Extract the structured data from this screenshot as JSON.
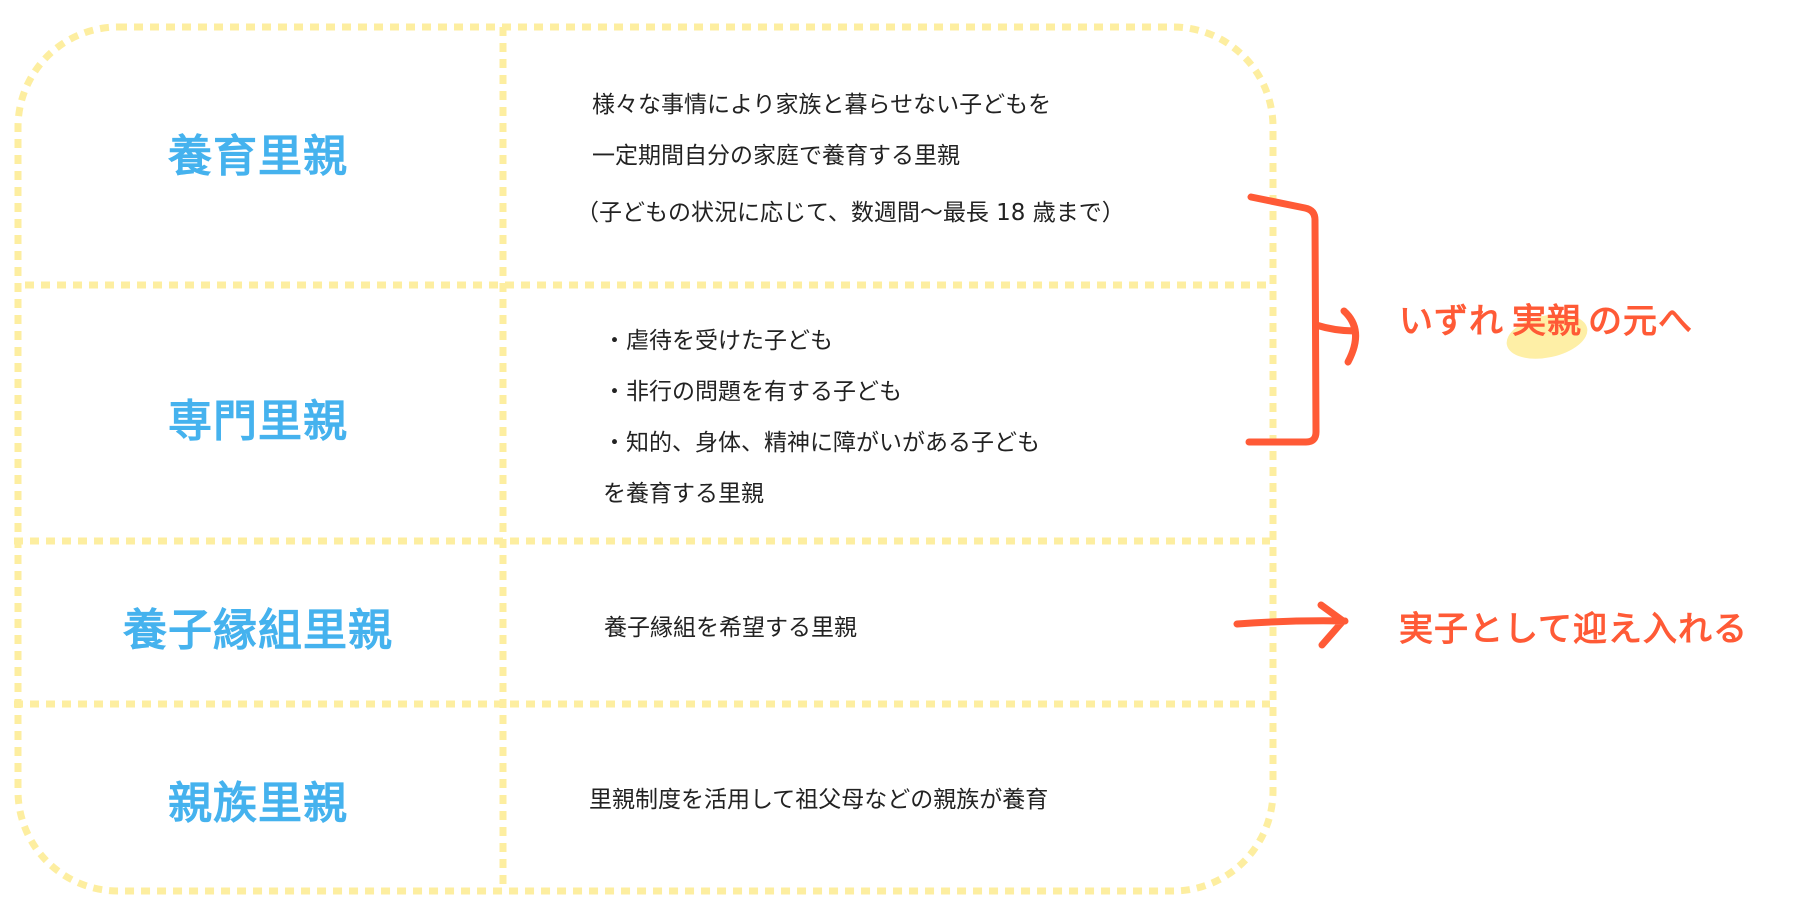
{
  "colors": {
    "border": "#FDEEA0",
    "label": "#45B2EE",
    "accent": "#FF5A36",
    "highlight": "#FEEFA6"
  },
  "rows": [
    {
      "label": "養育里親",
      "lines": [
        "様々な事情により家族と暮らせない子どもを",
        "一定期間自分の家庭で養育する里親",
        "（子どもの状況に応じて、数週間〜最長 18 歳まで）"
      ]
    },
    {
      "label": "専門里親",
      "lines": [
        "・虐待を受けた子ども",
        "・非行の問題を有する子ども",
        "・知的、身体、精神に障がいがある子ども",
        "を養育する里親"
      ]
    },
    {
      "label": "養子縁組里親",
      "lines": [
        "養子縁組を希望する里親"
      ]
    },
    {
      "label": "親族里親",
      "lines": [
        "里親制度を活用して祖父母などの親族が養育"
      ]
    }
  ],
  "notes": {
    "return": {
      "before": "いずれ",
      "highlight": "実親",
      "after": "の元へ"
    },
    "adopt": "実子として迎え入れる"
  }
}
